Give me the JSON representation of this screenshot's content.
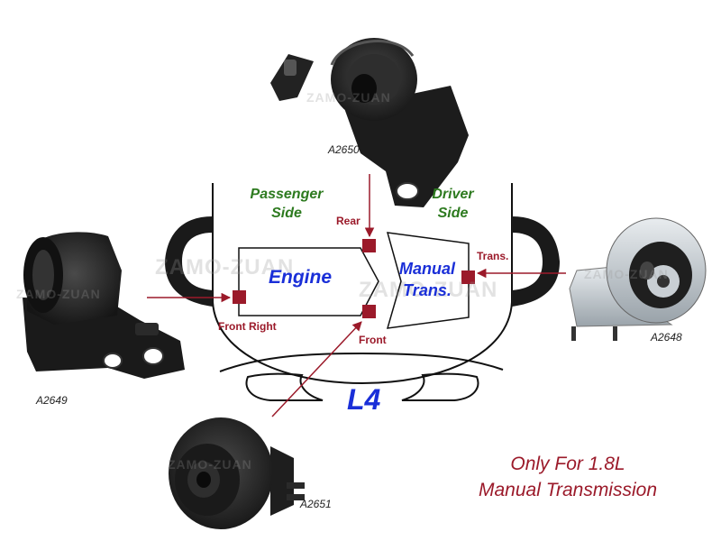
{
  "colors": {
    "accent_red": "#9b1a2a",
    "label_green": "#2d7a1f",
    "label_blue": "#1a2fd8",
    "watermark": "#b4b4b4",
    "mount_black": "#1e1e1e",
    "outline": "#111111"
  },
  "sides": {
    "passenger_line1": "Passenger",
    "passenger_line2": "Side",
    "driver_line1": "Driver",
    "driver_line2": "Side"
  },
  "blocks": {
    "engine": "Engine",
    "manual_line1": "Manual",
    "manual_line2": "Trans."
  },
  "positions": {
    "rear": "Rear",
    "front": "Front",
    "front_right": "Front Right",
    "trans": "Trans."
  },
  "engine_type": "L4",
  "parts": {
    "a2650": "A2650",
    "a2649": "A2649",
    "a2648": "A2648",
    "a2651": "A2651"
  },
  "watermark": "ZAMO-ZUAN",
  "note": {
    "line1": "Only For 1.8L",
    "line2": "Manual Transmission"
  }
}
